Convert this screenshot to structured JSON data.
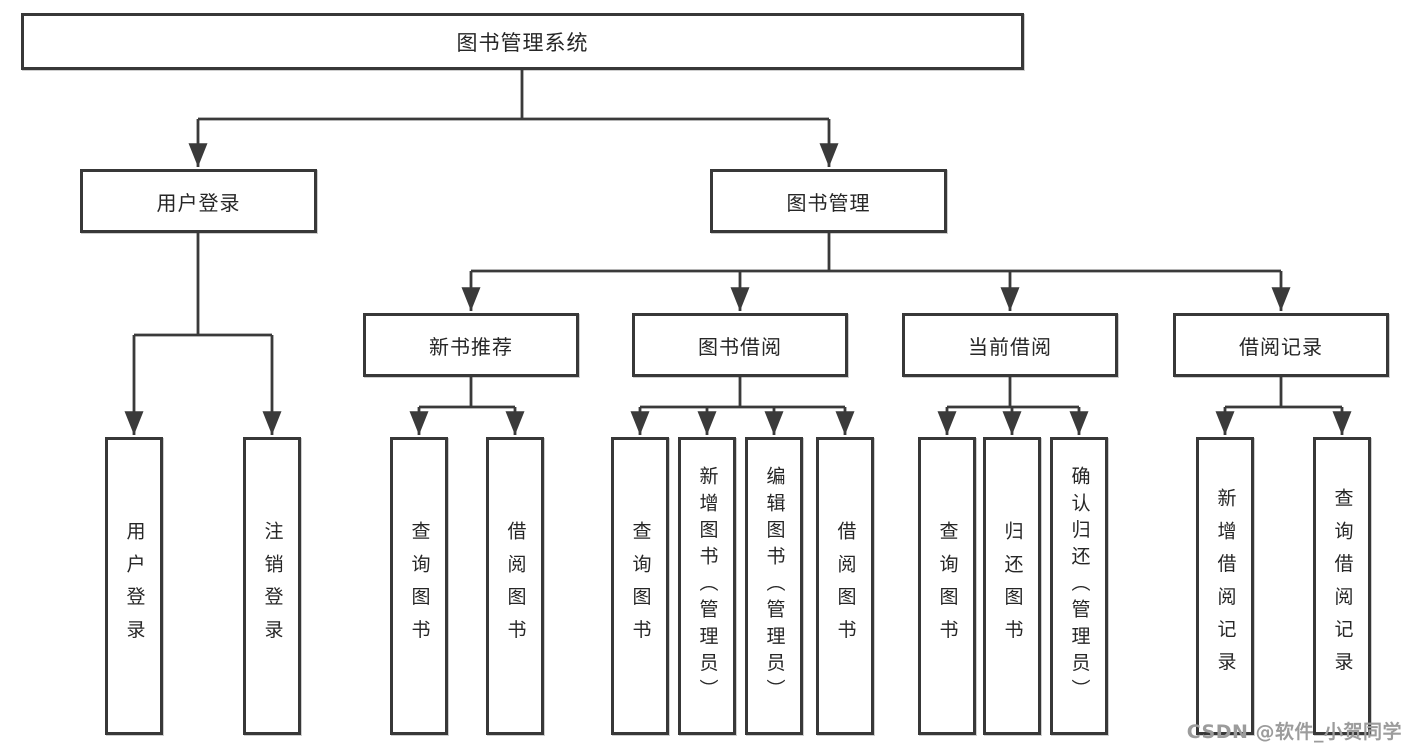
{
  "tree": {
    "root": {
      "label": "图书管理系统",
      "children": [
        {
          "label": "用户登录",
          "children": [
            {
              "label": "用户登录"
            },
            {
              "label": "注销登录"
            }
          ]
        },
        {
          "label": "图书管理",
          "children": [
            {
              "label": "新书推荐",
              "children": [
                {
                  "label": "查询图书"
                },
                {
                  "label": "借阅图书"
                }
              ]
            },
            {
              "label": "图书借阅",
              "children": [
                {
                  "label": "查询图书"
                },
                {
                  "label": "新增图书（管理员）"
                },
                {
                  "label": "编辑图书（管理员）"
                },
                {
                  "label": "借阅图书"
                }
              ]
            },
            {
              "label": "当前借阅",
              "children": [
                {
                  "label": "查询图书"
                },
                {
                  "label": "归还图书"
                },
                {
                  "label": "确认归还（管理员）"
                }
              ]
            },
            {
              "label": "借阅记录",
              "children": [
                {
                  "label": "新增借阅记录"
                },
                {
                  "label": "查询借阅记录"
                }
              ]
            }
          ]
        }
      ]
    }
  },
  "watermark": {
    "text": "CSDN @软件_小贺同学",
    "color": "#9c9c9c"
  },
  "colors": {
    "line": "#3a3a3a",
    "box_border": "#383838",
    "text": "#262626",
    "background": "#ffffff"
  }
}
